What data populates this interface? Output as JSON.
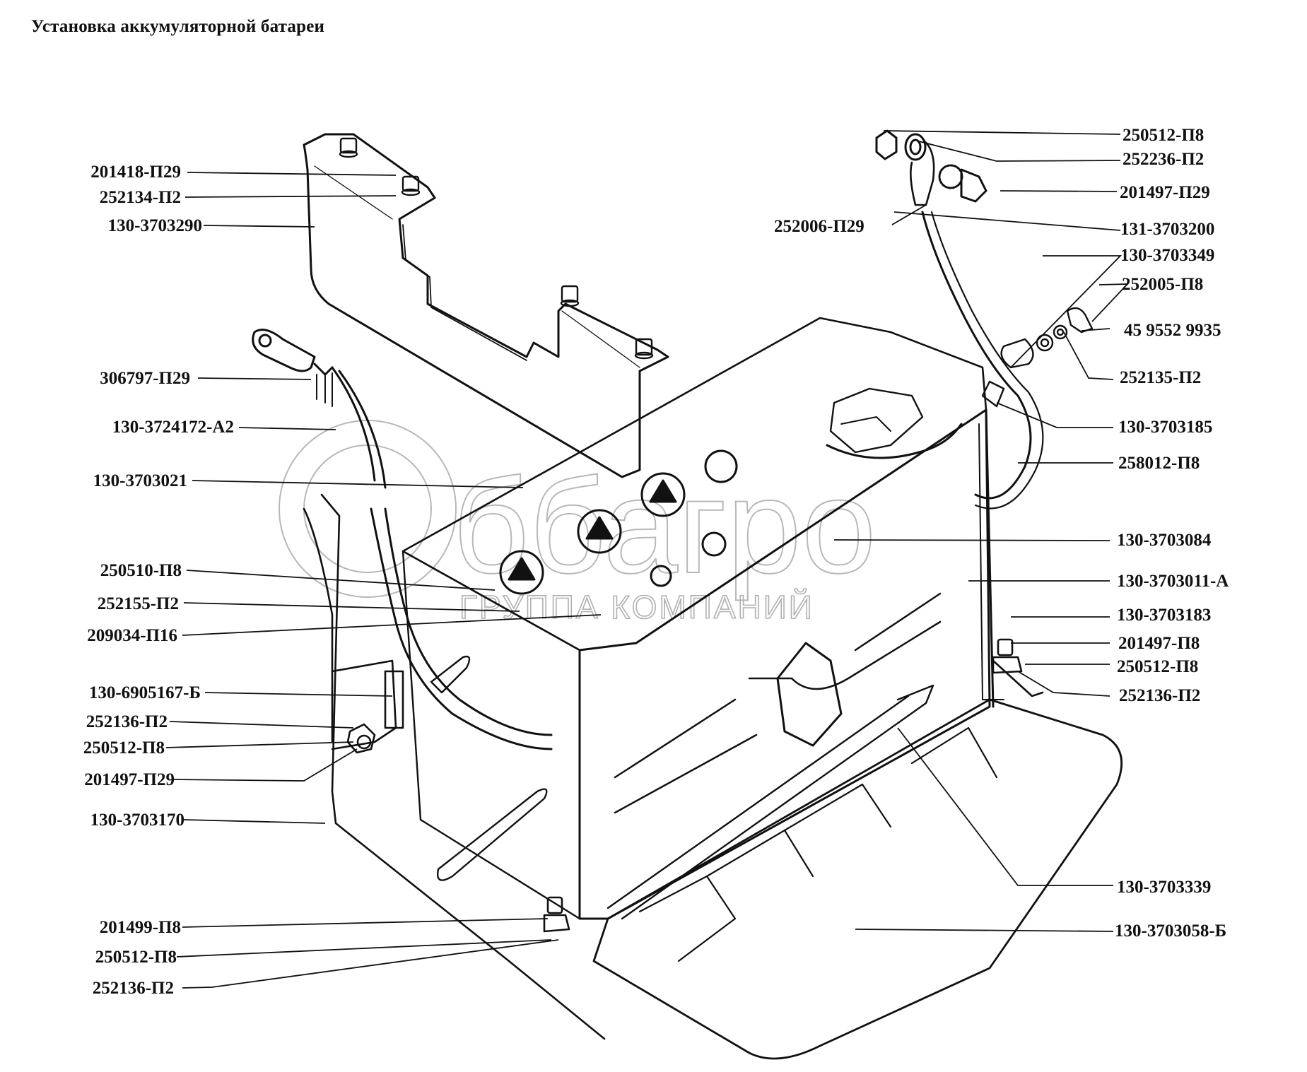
{
  "title": "Установка аккумуляторной батареи",
  "watermark": {
    "logo_text": "ббагро",
    "subtitle": "ГРУППА КОМПАНИЙ",
    "color": "#b0b0b0"
  },
  "colors": {
    "line": "#111111",
    "background": "#ffffff"
  },
  "callouts_left": [
    {
      "part": "201418-П29"
    },
    {
      "part": "252134-П2"
    },
    {
      "part": "130-3703290"
    },
    {
      "part": "306797-П29"
    },
    {
      "part": "130-3724172-А2"
    },
    {
      "part": "130-3703021"
    },
    {
      "part": "250510-П8"
    },
    {
      "part": "252155-П2"
    },
    {
      "part": "209034-П16"
    },
    {
      "part": "130-6905167-Б"
    },
    {
      "part": "252136-П2"
    },
    {
      "part": "250512-П8"
    },
    {
      "part": "201497-П29"
    },
    {
      "part": "130-3703170"
    },
    {
      "part": "201499-П8"
    },
    {
      "part": "250512-П8"
    },
    {
      "part": "252136-П2"
    }
  ],
  "callouts_right": [
    {
      "part": "250512-П8"
    },
    {
      "part": "252236-П2"
    },
    {
      "part": "201497-П29"
    },
    {
      "part": "131-3703200"
    },
    {
      "part": "130-3703349"
    },
    {
      "part": "252005-П8"
    },
    {
      "part": "45 9552 9935"
    },
    {
      "part": "252135-П2"
    },
    {
      "part": "130-3703185"
    },
    {
      "part": "258012-П8"
    },
    {
      "part": "130-3703084"
    },
    {
      "part": "130-3703011-А"
    },
    {
      "part": "130-3703183"
    },
    {
      "part": "201497-П8"
    },
    {
      "part": "250512-П8"
    },
    {
      "part": "252136-П2"
    },
    {
      "part": "130-3703339"
    },
    {
      "part": "130-3703058-Б"
    }
  ],
  "callout_inline": [
    {
      "part": "252006-П29"
    }
  ]
}
